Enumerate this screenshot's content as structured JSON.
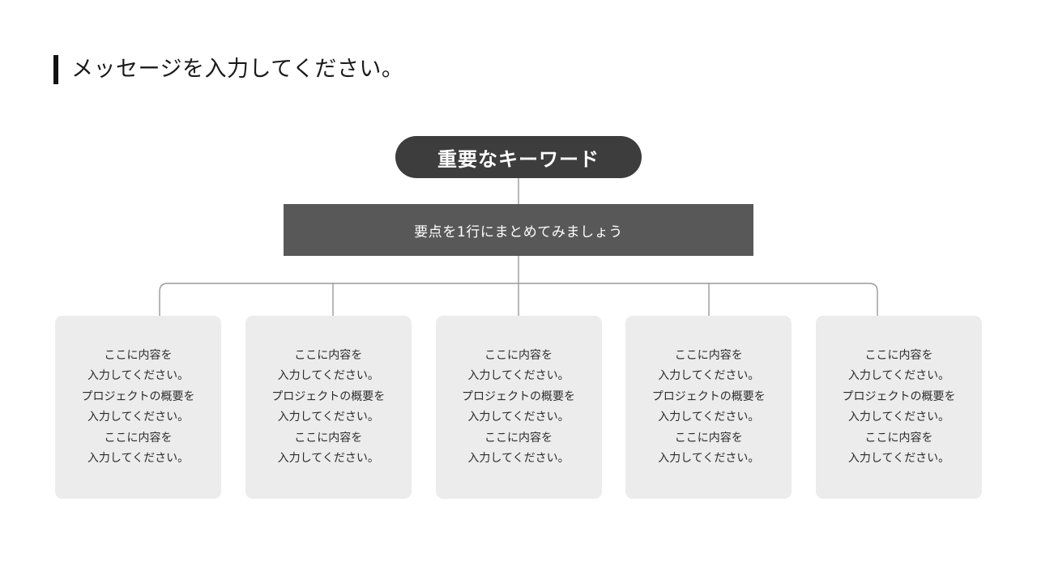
{
  "slide": {
    "background_color": "#ffffff",
    "title": {
      "text": "メッセージを入力してください。",
      "accent_color": "#121212",
      "text_color": "#1a1a1a"
    },
    "root_node": {
      "label": "重要なキーワード",
      "shape": "pill",
      "fill_color": "#3d3d3d",
      "text_color": "#ffffff"
    },
    "subtitle_bar": {
      "label": "要点を1行にまとめてみましょう",
      "shape": "rectangle",
      "fill_color": "#585858",
      "text_color": "#ffffff"
    },
    "connector": {
      "line_color": "#9a9a9a",
      "line_width": 1.4
    },
    "cards": {
      "fill_color": "#ececec",
      "text_color": "#2b2b2b",
      "items": [
        {
          "lines": [
            "ここに内容を",
            "入力してください。",
            "プロジェクトの概要を",
            "入力してください。",
            "ここに内容を",
            "入力してください。"
          ]
        },
        {
          "lines": [
            "ここに内容を",
            "入力してください。",
            "プロジェクトの概要を",
            "入力してください。",
            "ここに内容を",
            "入力してください。"
          ]
        },
        {
          "lines": [
            "ここに内容を",
            "入力してください。",
            "プロジェクトの概要を",
            "入力してください。",
            "ここに内容を",
            "入力してください。"
          ]
        },
        {
          "lines": [
            "ここに内容を",
            "入力してください。",
            "プロジェクトの概要を",
            "入力してください。",
            "ここに内容を",
            "入力してください。"
          ]
        },
        {
          "lines": [
            "ここに内容を",
            "入力してください。",
            "プロジェクトの概要を",
            "入力してください。",
            "ここに内容を",
            "入力してください。"
          ]
        }
      ]
    }
  }
}
